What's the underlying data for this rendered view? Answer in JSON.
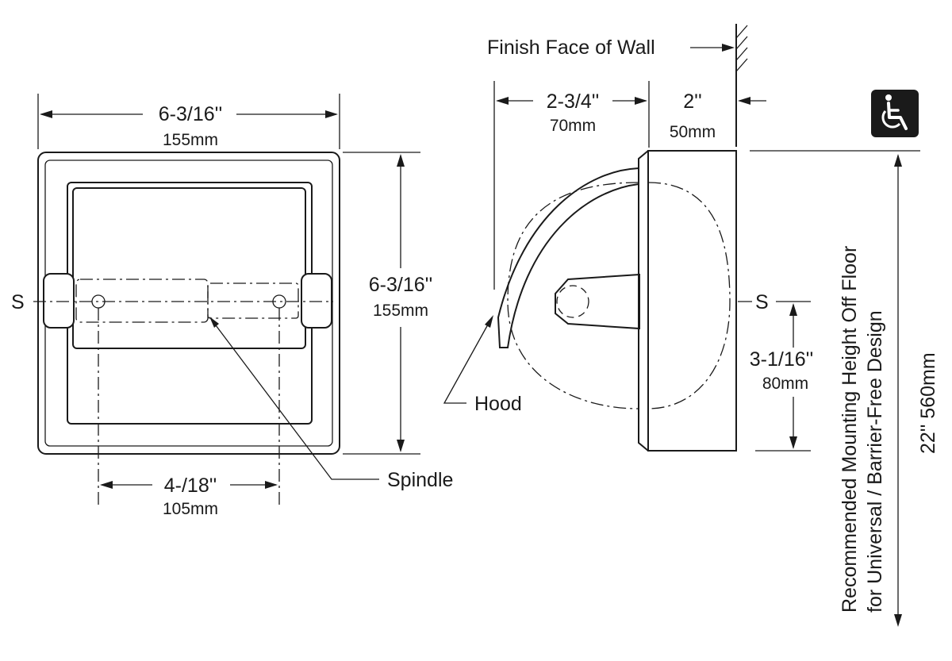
{
  "front_view": {
    "width_in": "6-3/16''",
    "width_mm": "155mm",
    "height_in": "6-3/16''",
    "height_mm": "155mm",
    "spindle_span_in": "4-/18''",
    "spindle_span_mm": "105mm",
    "section_marker": "S",
    "spindle_label": "Spindle"
  },
  "side_view": {
    "wall_label": "Finish Face of Wall",
    "projection_in": "2-3/4''",
    "projection_mm": "70mm",
    "depth_in": "2''",
    "depth_mm": "50mm",
    "section_marker": "S",
    "spindle_drop_in": "3-1/16''",
    "spindle_drop_mm": "80mm",
    "hood_label": "Hood"
  },
  "mounting": {
    "line1": "Recommended Mounting Height Off Floor",
    "line2": "for Universal / Barrier-Free Design",
    "height": "22'' 560mm",
    "accessibility_icon": "wheelchair-icon"
  }
}
